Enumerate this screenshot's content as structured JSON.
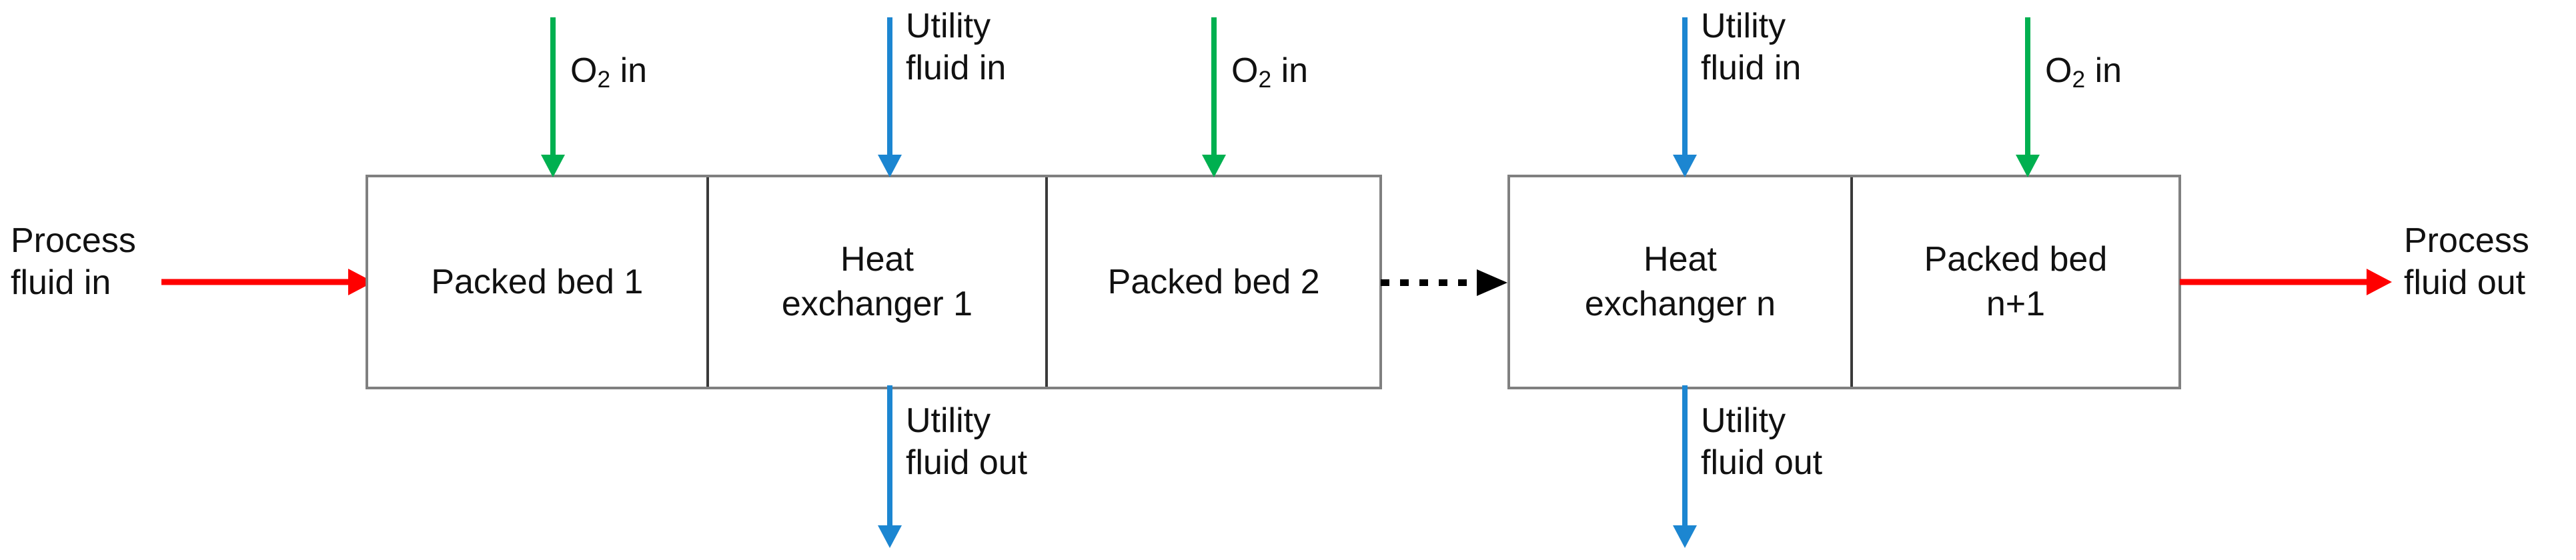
{
  "diagram": {
    "title": "Packed bed and heat exchanger process flow diagram",
    "colors": {
      "process_fluid": "#FF0000",
      "oxygen": "#00B050",
      "utility_fluid": "#1C86D1",
      "unit_border": "#808080",
      "divider": "#3A3A3A",
      "text": "#111111",
      "continuation": "#000000",
      "background": "#FFFFFF"
    },
    "groups": [
      {
        "name": "stage-group-1",
        "cells": [
          {
            "name": "packed-bed-1",
            "label": "Packed bed 1"
          },
          {
            "name": "heat-exchanger-1",
            "label": "Heat\nexchanger 1"
          },
          {
            "name": "packed-bed-2",
            "label": "Packed bed 2"
          }
        ]
      },
      {
        "name": "stage-group-n",
        "cells": [
          {
            "name": "heat-exchanger-n",
            "label": "Heat\nexchanger n"
          },
          {
            "name": "packed-bed-n-plus-1",
            "label": "Packed bed\nn+1"
          }
        ]
      }
    ],
    "streams": {
      "process_fluid_in": "Process\nfluid in",
      "process_fluid_out": "Process\nfluid out",
      "oxygen_in_1": "O2 in",
      "oxygen_in_2": "O2 in",
      "oxygen_in_3": "O2 in",
      "utility_fluid_in_1": "Utility\nfluid in",
      "utility_fluid_out_1": "Utility\nfluid out",
      "utility_fluid_in_n": "Utility\nfluid in",
      "utility_fluid_out_n": "Utility\nfluid out"
    },
    "oxygen_label_parts": {
      "symbol": "O",
      "subscript": "2",
      "suffix": " in"
    },
    "continuation": {
      "name": "repeating-stages-connector",
      "style": "dotted-arrow"
    }
  }
}
